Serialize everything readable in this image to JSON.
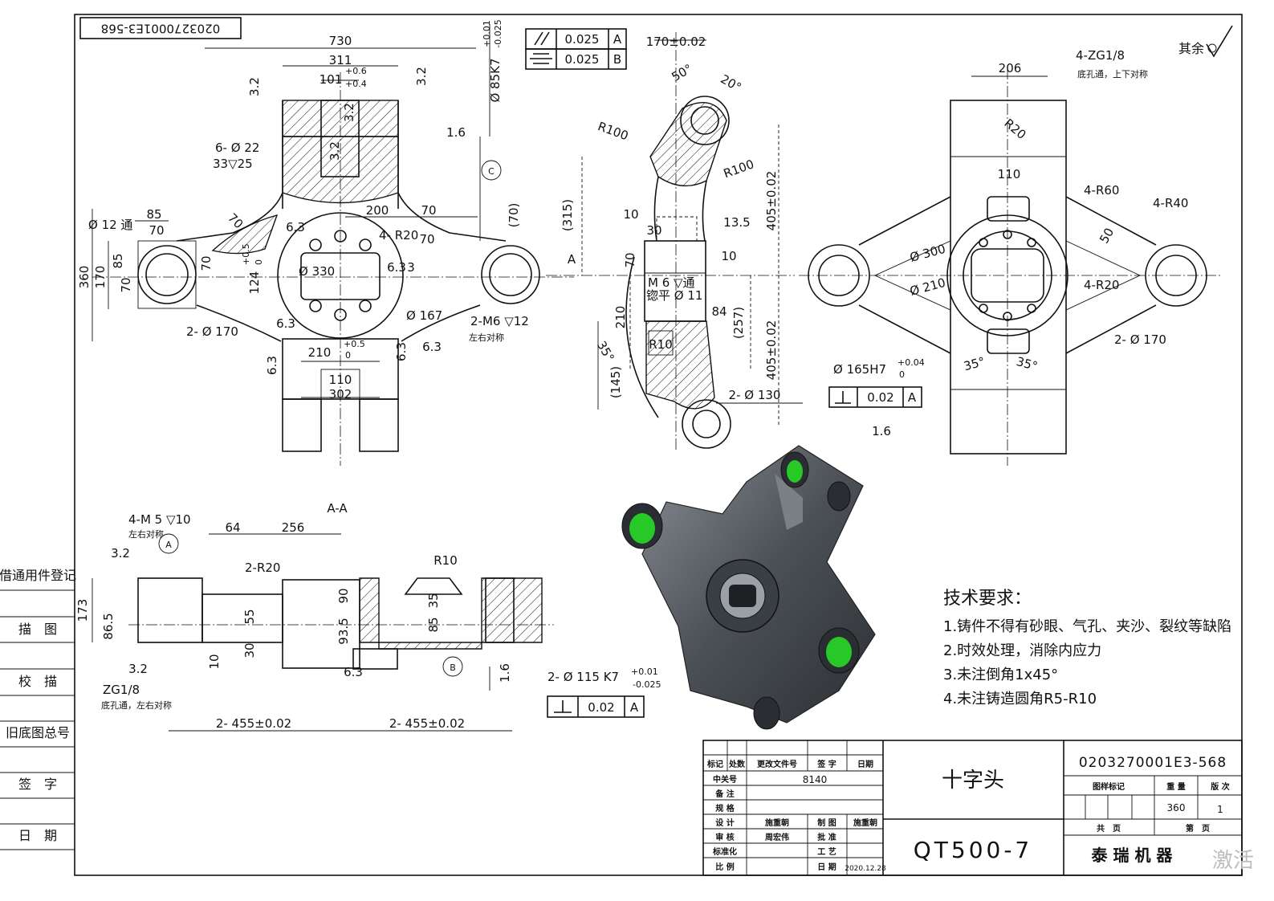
{
  "drawing_number_rotated": "0203270001E3-568",
  "roughness_rest": "其余",
  "section_label": "A-A",
  "left_register": [
    "借通用件登记",
    "描　图",
    "校　描",
    "旧底图总号",
    "签　字",
    "日　期"
  ],
  "tolerance_frames": {
    "parallel": {
      "value": "0.025",
      "datum": "A"
    },
    "symmetry": {
      "value": "0.025",
      "datum": "B"
    },
    "perp_right": {
      "value": "0.02",
      "datum": "A"
    },
    "perp_bottom": {
      "value": "0.02",
      "datum": "A"
    }
  },
  "front_view_dims": {
    "d730": "730",
    "d311": "311",
    "d101": "101",
    "d101_tol_up": "+0.6",
    "d101_tol_dn": "+0.4",
    "d85k7": "Ø 85K7",
    "d85k7_tol_up": "+0.01",
    "d85k7_tol_dn": "-0.025",
    "holes6": "6- Ø 22",
    "holes6_depth": "33▽25",
    "d12": "Ø 12 通",
    "d85": "85",
    "d70a": "70",
    "d70b": "70",
    "d70c": "70",
    "d70d": "70",
    "d200": "200",
    "d70e": "70",
    "d70p": "(70)",
    "r20": "4- R20",
    "d360": "360",
    "d170": "170",
    "d85v": "85",
    "d70v": "70",
    "d124": "124",
    "d124_tol": "+0.5",
    "d124_tol0": "0",
    "d330": "Ø 330",
    "d170h": "2- Ø 170",
    "d167": "Ø 167",
    "m6": "2-M6 ▽12",
    "m6_note": "左右对称",
    "d210": "210",
    "d210_tol": "+0.5",
    "d210_tol0": "0",
    "d110": "110",
    "d302": "302",
    "datumA": "A",
    "datumC": "C",
    "r32a": "3.2",
    "r32b": "3.2",
    "r32c": "3.2",
    "r32d": "3.2",
    "r16": "1.6",
    "r63a": "6.3",
    "r63b": "6.3",
    "r63c": "6.3",
    "r63d": "6.3",
    "r63e": "6.3",
    "r63f": "6.3",
    "r3": "3"
  },
  "side_view_dims": {
    "d170": "170±0.02",
    "a50": "50°",
    "a20": "20°",
    "r100a": "R100",
    "r100b": "R100",
    "d315": "(315)",
    "d405a": "405±0.02",
    "d405b": "405±0.02",
    "d10a": "10",
    "d30": "30",
    "d70": "70",
    "d135": "13.5",
    "d10b": "10",
    "m6": "M 6 ▽通",
    "m6b": "锪平 Ø 11",
    "d210": "210",
    "d84": "84",
    "d257": "(257)",
    "r10": "R10",
    "a35": "35°",
    "d145": "(145)",
    "d130": "2- Ø 130"
  },
  "right_view_dims": {
    "d206": "206",
    "zg": "4-ZG1/8",
    "zg_note": "底孔通，上下对称",
    "r20": "R20",
    "d110": "110",
    "r60": "4-R60",
    "r40": "4-R40",
    "d50": "50",
    "d300": "Ø 300",
    "d210": "Ø 210",
    "r20b": "4-R20",
    "d170": "2- Ø 170",
    "a35a": "35°",
    "a35b": "35°",
    "d165": "Ø 165H7",
    "d165_tol": "+0.04",
    "d165_tol0": "0",
    "r16": "1.6"
  },
  "section_dims": {
    "m5": "4-M 5 ▽10",
    "m5_note": "左右对称",
    "datumA": "A",
    "r32a": "3.2",
    "r32b": "3.2",
    "d64": "64",
    "d256": "256",
    "r20": "2-R20",
    "r10": "R10",
    "d173": "173",
    "d865": "86.5",
    "d10": "10",
    "d55": "55",
    "d30": "30",
    "d90": "90",
    "d935": "93.5",
    "d35": "35",
    "d85": "85",
    "zg": "ZG1/8",
    "zg_note": "底孔通，左右对称",
    "r63": "6.3",
    "datumB": "B",
    "r16": "1.6",
    "d115": "2- Ø 115 K7",
    "d115_tol_up": "+0.01",
    "d115_tol_dn": "-0.025",
    "d455a": "2- 455±0.02",
    "d455b": "2- 455±0.02"
  },
  "tech_requirements": {
    "title": "技术要求：",
    "items": [
      "1.铸件不得有砂眼、气孔、夹沙、裂纹等缺陷",
      "2.时效处理，消除内应力",
      "3.未注倒角1x45°",
      "4.未注铸造圆角R5-R10"
    ]
  },
  "title_block": {
    "headers": [
      "标记",
      "处数",
      "更改文件号",
      "签 字",
      "日期"
    ],
    "zhongguan_label": "中关号",
    "zhongguan_value": "8140",
    "beizhu_label": "备 注",
    "guige_label": "规 格",
    "sheji_label": "设 计",
    "sheji_name": "施重朝",
    "zhitu_label": "制 图",
    "zhitu_name": "施重朝",
    "shenhe_label": "审 核",
    "shenhe_name": "周宏伟",
    "pizhun_label": "批 准",
    "biaozhun_label": "标准化",
    "gongyi_label": "工 艺",
    "bili_label": "比 例",
    "riqi_label": "日 期",
    "date": "2020.12.28",
    "part_name": "十字头",
    "material": "QT500-7",
    "drawing_number": "0203270001E3-568",
    "mark_label": "图样标记",
    "weight_label": "重 量",
    "version_label": "版 次",
    "weight": "360",
    "version": "1",
    "total_pages_label": "共　页",
    "page_label": "第　页",
    "company": "泰 瑞 机 器"
  },
  "watermark": "激活"
}
